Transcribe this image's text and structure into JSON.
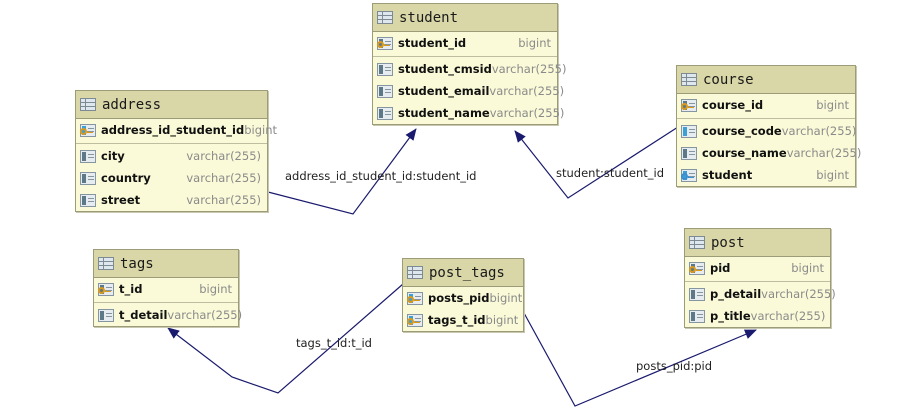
{
  "entities": {
    "student": {
      "name": "student",
      "columns": [
        {
          "name": "student_id",
          "type": "bigint"
        },
        {
          "name": "student_cmsid",
          "type": "varchar(255)"
        },
        {
          "name": "student_email",
          "type": "varchar(255)"
        },
        {
          "name": "student_name",
          "type": "varchar(255)"
        }
      ]
    },
    "address": {
      "name": "address",
      "columns": [
        {
          "name": "address_id_student_id",
          "type": "bigint"
        },
        {
          "name": "city",
          "type": "varchar(255)"
        },
        {
          "name": "country",
          "type": "varchar(255)"
        },
        {
          "name": "street",
          "type": "varchar(255)"
        }
      ]
    },
    "course": {
      "name": "course",
      "columns": [
        {
          "name": "course_id",
          "type": "bigint"
        },
        {
          "name": "course_code",
          "type": "varchar(255)"
        },
        {
          "name": "course_name",
          "type": "varchar(255)"
        },
        {
          "name": "student",
          "type": "bigint"
        }
      ]
    },
    "tags": {
      "name": "tags",
      "columns": [
        {
          "name": "t_id",
          "type": "bigint"
        },
        {
          "name": "t_detail",
          "type": "varchar(255)"
        }
      ]
    },
    "post_tags": {
      "name": "post_tags",
      "columns": [
        {
          "name": "posts_pid",
          "type": "bigint"
        },
        {
          "name": "tags_t_id",
          "type": "bigint"
        }
      ]
    },
    "post": {
      "name": "post",
      "columns": [
        {
          "name": "pid",
          "type": "bigint"
        },
        {
          "name": "p_detail",
          "type": "varchar(255)"
        },
        {
          "name": "p_title",
          "type": "varchar(255)"
        }
      ]
    }
  },
  "relations": {
    "address_student": "address_id_student_id:student_id",
    "course_student": "student:student_id",
    "post_tags_tags": "tags_t_id:t_id",
    "post_tags_post": "posts_pid:pid"
  },
  "colors": {
    "header": "#d9d7a8",
    "body": "#fafad8",
    "edge": "#1a1a6e"
  }
}
